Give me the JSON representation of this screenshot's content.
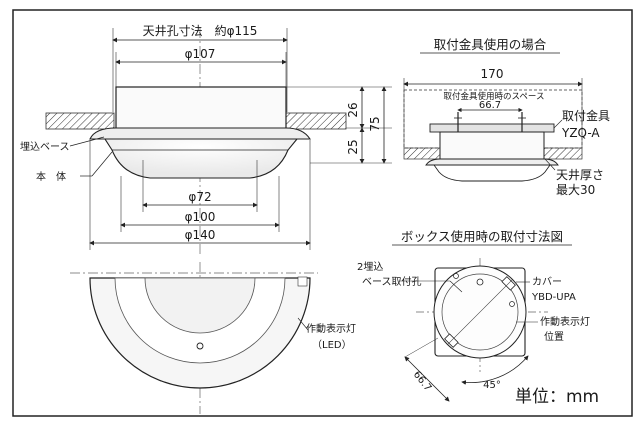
{
  "main_view": {
    "ceiling_hole_label": "天井孔寸法　約φ115",
    "dim_107": "φ107",
    "dim_26": "26",
    "dim_75": "75",
    "dim_25": "25",
    "dim_72": "φ72",
    "dim_100": "φ100",
    "dim_140": "φ140",
    "label_base": "埋込ベース",
    "label_body": "本　体"
  },
  "bottom_view": {
    "indicator_label_1": "作動表示灯",
    "indicator_label_2": "（LED）"
  },
  "bracket_view": {
    "title": "取付金具使用の場合",
    "dim_170": "170",
    "space_label": "取付金具使用時のスペース",
    "dim_66_7": "66.7",
    "bracket_label": "取付金具",
    "bracket_model": "YZQ-A",
    "ceiling_thickness_1": "天井厚さ",
    "ceiling_thickness_2": "最大30"
  },
  "box_view": {
    "title": "ボックス使用時の取付寸法図",
    "holes_label_1": "2埋込",
    "holes_label_2": "ベース取付孔",
    "cover_label": "カバー",
    "cover_model": "YBD-UPA",
    "indicator_pos_1": "作動表示灯",
    "indicator_pos_2": "位置",
    "dim_66_7": "66.7",
    "dim_45": "45°"
  },
  "unit_label": "単位：mm"
}
